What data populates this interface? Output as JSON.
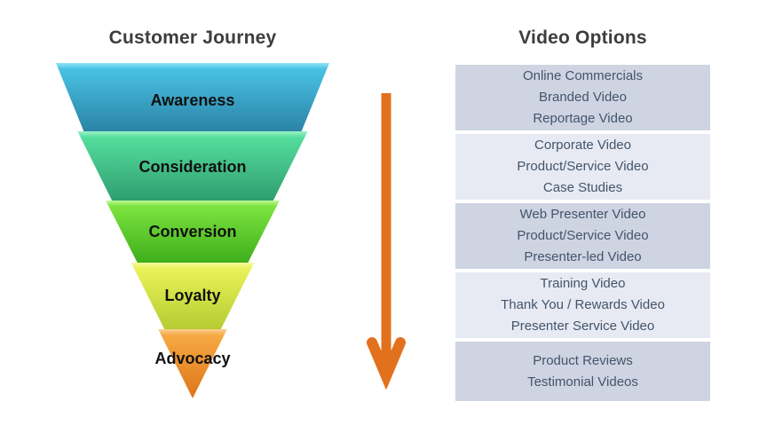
{
  "left_panel": {
    "title": "Customer Journey"
  },
  "right_panel": {
    "title": "Video Options"
  },
  "funnel": {
    "stages": [
      {
        "label": "Awareness",
        "colors": {
          "highlight": "#8ee3f5",
          "top": "#49c1e4",
          "bottom": "#2b84a6"
        }
      },
      {
        "label": "Consideration",
        "colors": {
          "highlight": "#9cf2c8",
          "top": "#55dd9c",
          "bottom": "#2f9e70"
        }
      },
      {
        "label": "Conversion",
        "colors": {
          "highlight": "#c2f797",
          "top": "#7de43f",
          "bottom": "#3fae1c"
        }
      },
      {
        "label": "Loyalty",
        "colors": {
          "highlight": "#f7fa9e",
          "top": "#e9f258",
          "bottom": "#b5cc32"
        }
      },
      {
        "label": "Advocacy",
        "colors": {
          "highlight": "#fbd093",
          "top": "#f6a943",
          "bottom": "#de7518"
        }
      }
    ]
  },
  "arrow": {
    "direction": "down",
    "color": "#e2711d"
  },
  "video_options": {
    "row_colors": {
      "dark": "#ced4e2",
      "light": "#e7eaf3",
      "text": "#44546a"
    },
    "groups": [
      {
        "lines": [
          "Online Commercials",
          "Branded Video",
          "Reportage Video"
        ]
      },
      {
        "lines": [
          "Corporate Video",
          "Product/Service Video",
          "Case Studies"
        ]
      },
      {
        "lines": [
          "Web Presenter Video",
          "Product/Service Video",
          "Presenter-led Video"
        ]
      },
      {
        "lines": [
          "Training Video",
          "Thank You / Rewards Video",
          "Presenter Service Video"
        ]
      },
      {
        "lines": [
          "Product Reviews",
          "Testimonial Videos"
        ]
      }
    ]
  }
}
